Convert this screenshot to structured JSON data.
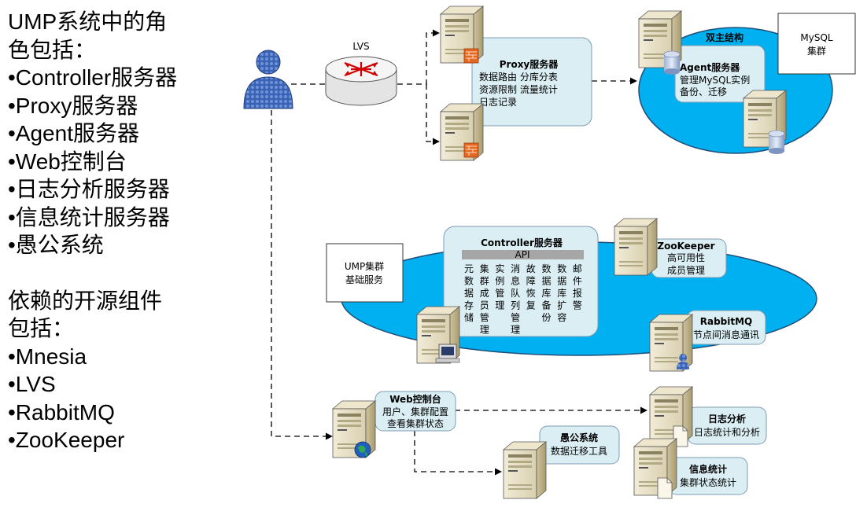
{
  "left_panel": {
    "roles_title_1": "UMP系统中的角",
    "roles_title_2": "色包括：",
    "roles": [
      "•Controller服务器",
      "•Proxy服务器",
      "•Agent服务器",
      "•Web控制台",
      "•日志分析服务器",
      "•信息统计服务器",
      "•愚公系统"
    ],
    "deps_title_1": "依赖的开源组件",
    "deps_title_2": "包括：",
    "deps": [
      "•Mnesia",
      "•LVS",
      "•RabbitMQ",
      "•ZooKeeper"
    ]
  },
  "diagram": {
    "lvs_label": "LVS",
    "proxy": {
      "title": "Proxy服务器",
      "lines": [
        "数据路由 分库分表",
        "资源限制 流量统计",
        "日志记录"
      ]
    },
    "master_master": {
      "title": "双主结构"
    },
    "agent": {
      "title": "Agent服务器",
      "lines": [
        "管理MySQL实例",
        "备份、迁移"
      ]
    },
    "mysql": {
      "lines": [
        "MySQL",
        "集群"
      ]
    },
    "ump_base": {
      "lines": [
        "UMP集群",
        "基础服务"
      ]
    },
    "controller": {
      "title": "Controller服务器",
      "api": "API",
      "columns": [
        [
          "元",
          "数",
          "据",
          "存",
          "储"
        ],
        [
          "集",
          "群",
          "成",
          "员",
          "管",
          "理"
        ],
        [
          "实",
          "例",
          "管",
          "理"
        ],
        [
          "消",
          "息",
          "队",
          "列",
          "管",
          "理"
        ],
        [
          "故",
          "障",
          "恢",
          "复"
        ],
        [
          "数",
          "据",
          "库",
          "备",
          "份"
        ],
        [
          "数",
          "据",
          "库",
          "扩",
          "容"
        ],
        [
          "邮",
          "件",
          "报",
          "警"
        ]
      ]
    },
    "zookeeper": {
      "title": "ZooKeeper",
      "lines": [
        "高可用性",
        "成员管理"
      ]
    },
    "rabbitmq": {
      "title": "RabbitMQ",
      "lines": [
        "节点间消息通讯"
      ]
    },
    "web": {
      "title": "Web控制台",
      "lines": [
        "用户、集群配置",
        "查看集群状态"
      ]
    },
    "yugong": {
      "title": "愚公系统",
      "lines": [
        "数据迁移工具"
      ]
    },
    "log": {
      "title": "日志分析",
      "lines": [
        "日志统计和分析"
      ]
    },
    "stats": {
      "title": "信息统计",
      "lines": [
        "集群状态统计"
      ]
    }
  }
}
